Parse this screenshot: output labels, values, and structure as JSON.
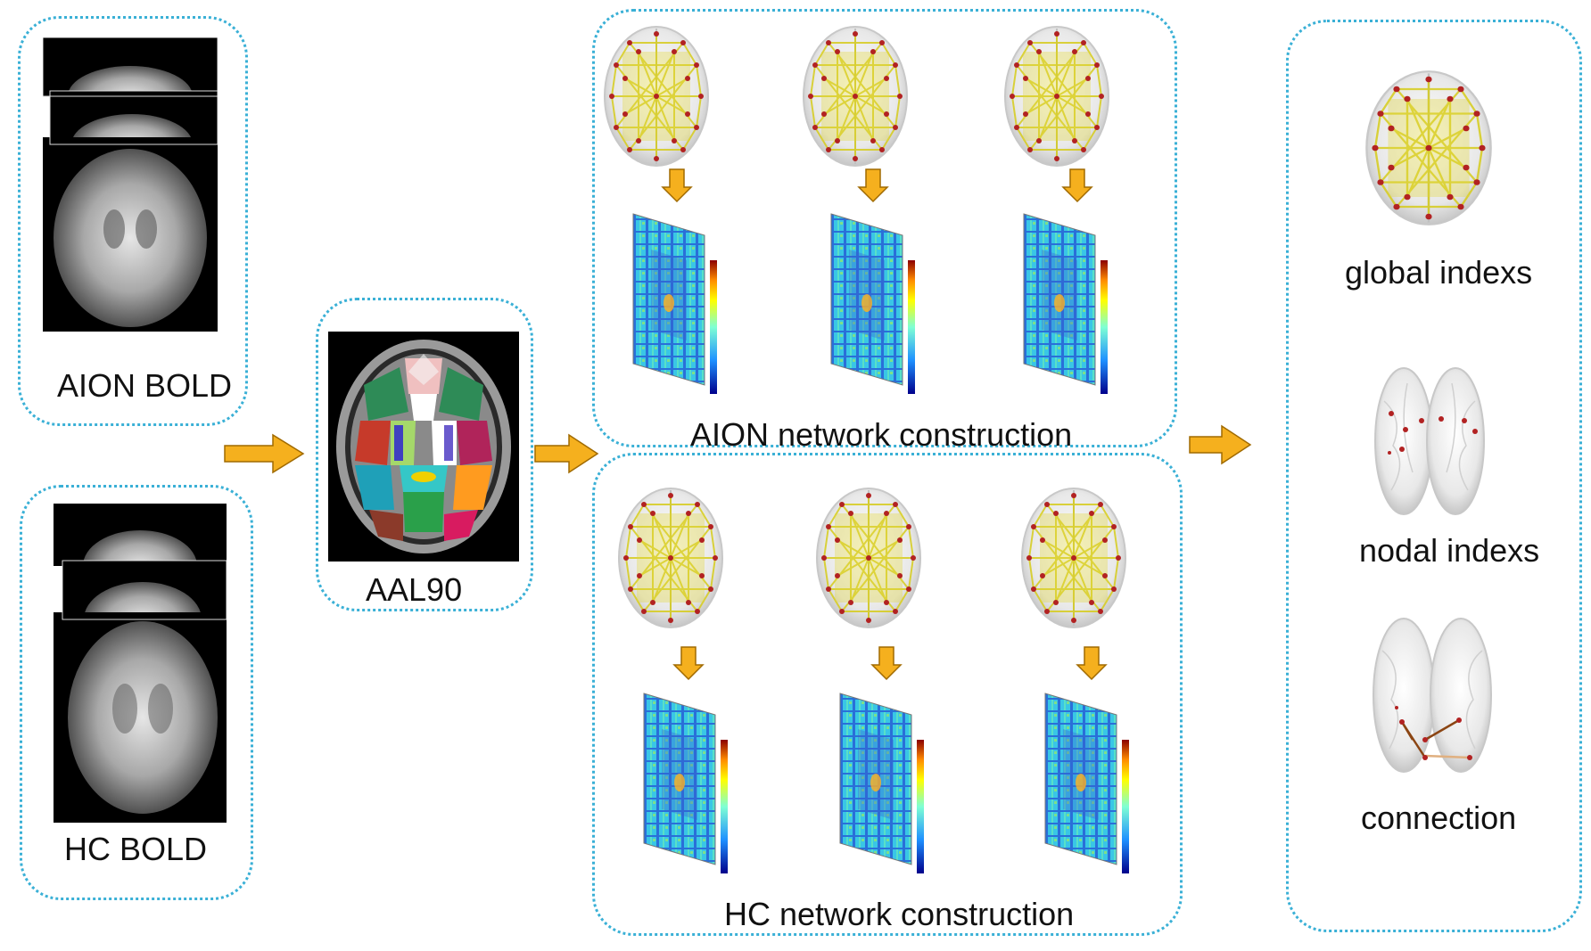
{
  "labels": {
    "aion_bold": "AION BOLD",
    "hc_bold": "HC BOLD",
    "aal90": "AAL90",
    "aion_network": "AION network construction",
    "hc_network": "HC network construction",
    "global_indexs": "global indexs",
    "nodal_indexs": "nodal indexs",
    "connection": "connection"
  },
  "colors": {
    "panel_border": "#3ab0d6",
    "arrow_fill": "#f5b01e",
    "arrow_stroke": "#a06a00",
    "network_edge": "#d6cc1c",
    "node": "#b22222"
  }
}
